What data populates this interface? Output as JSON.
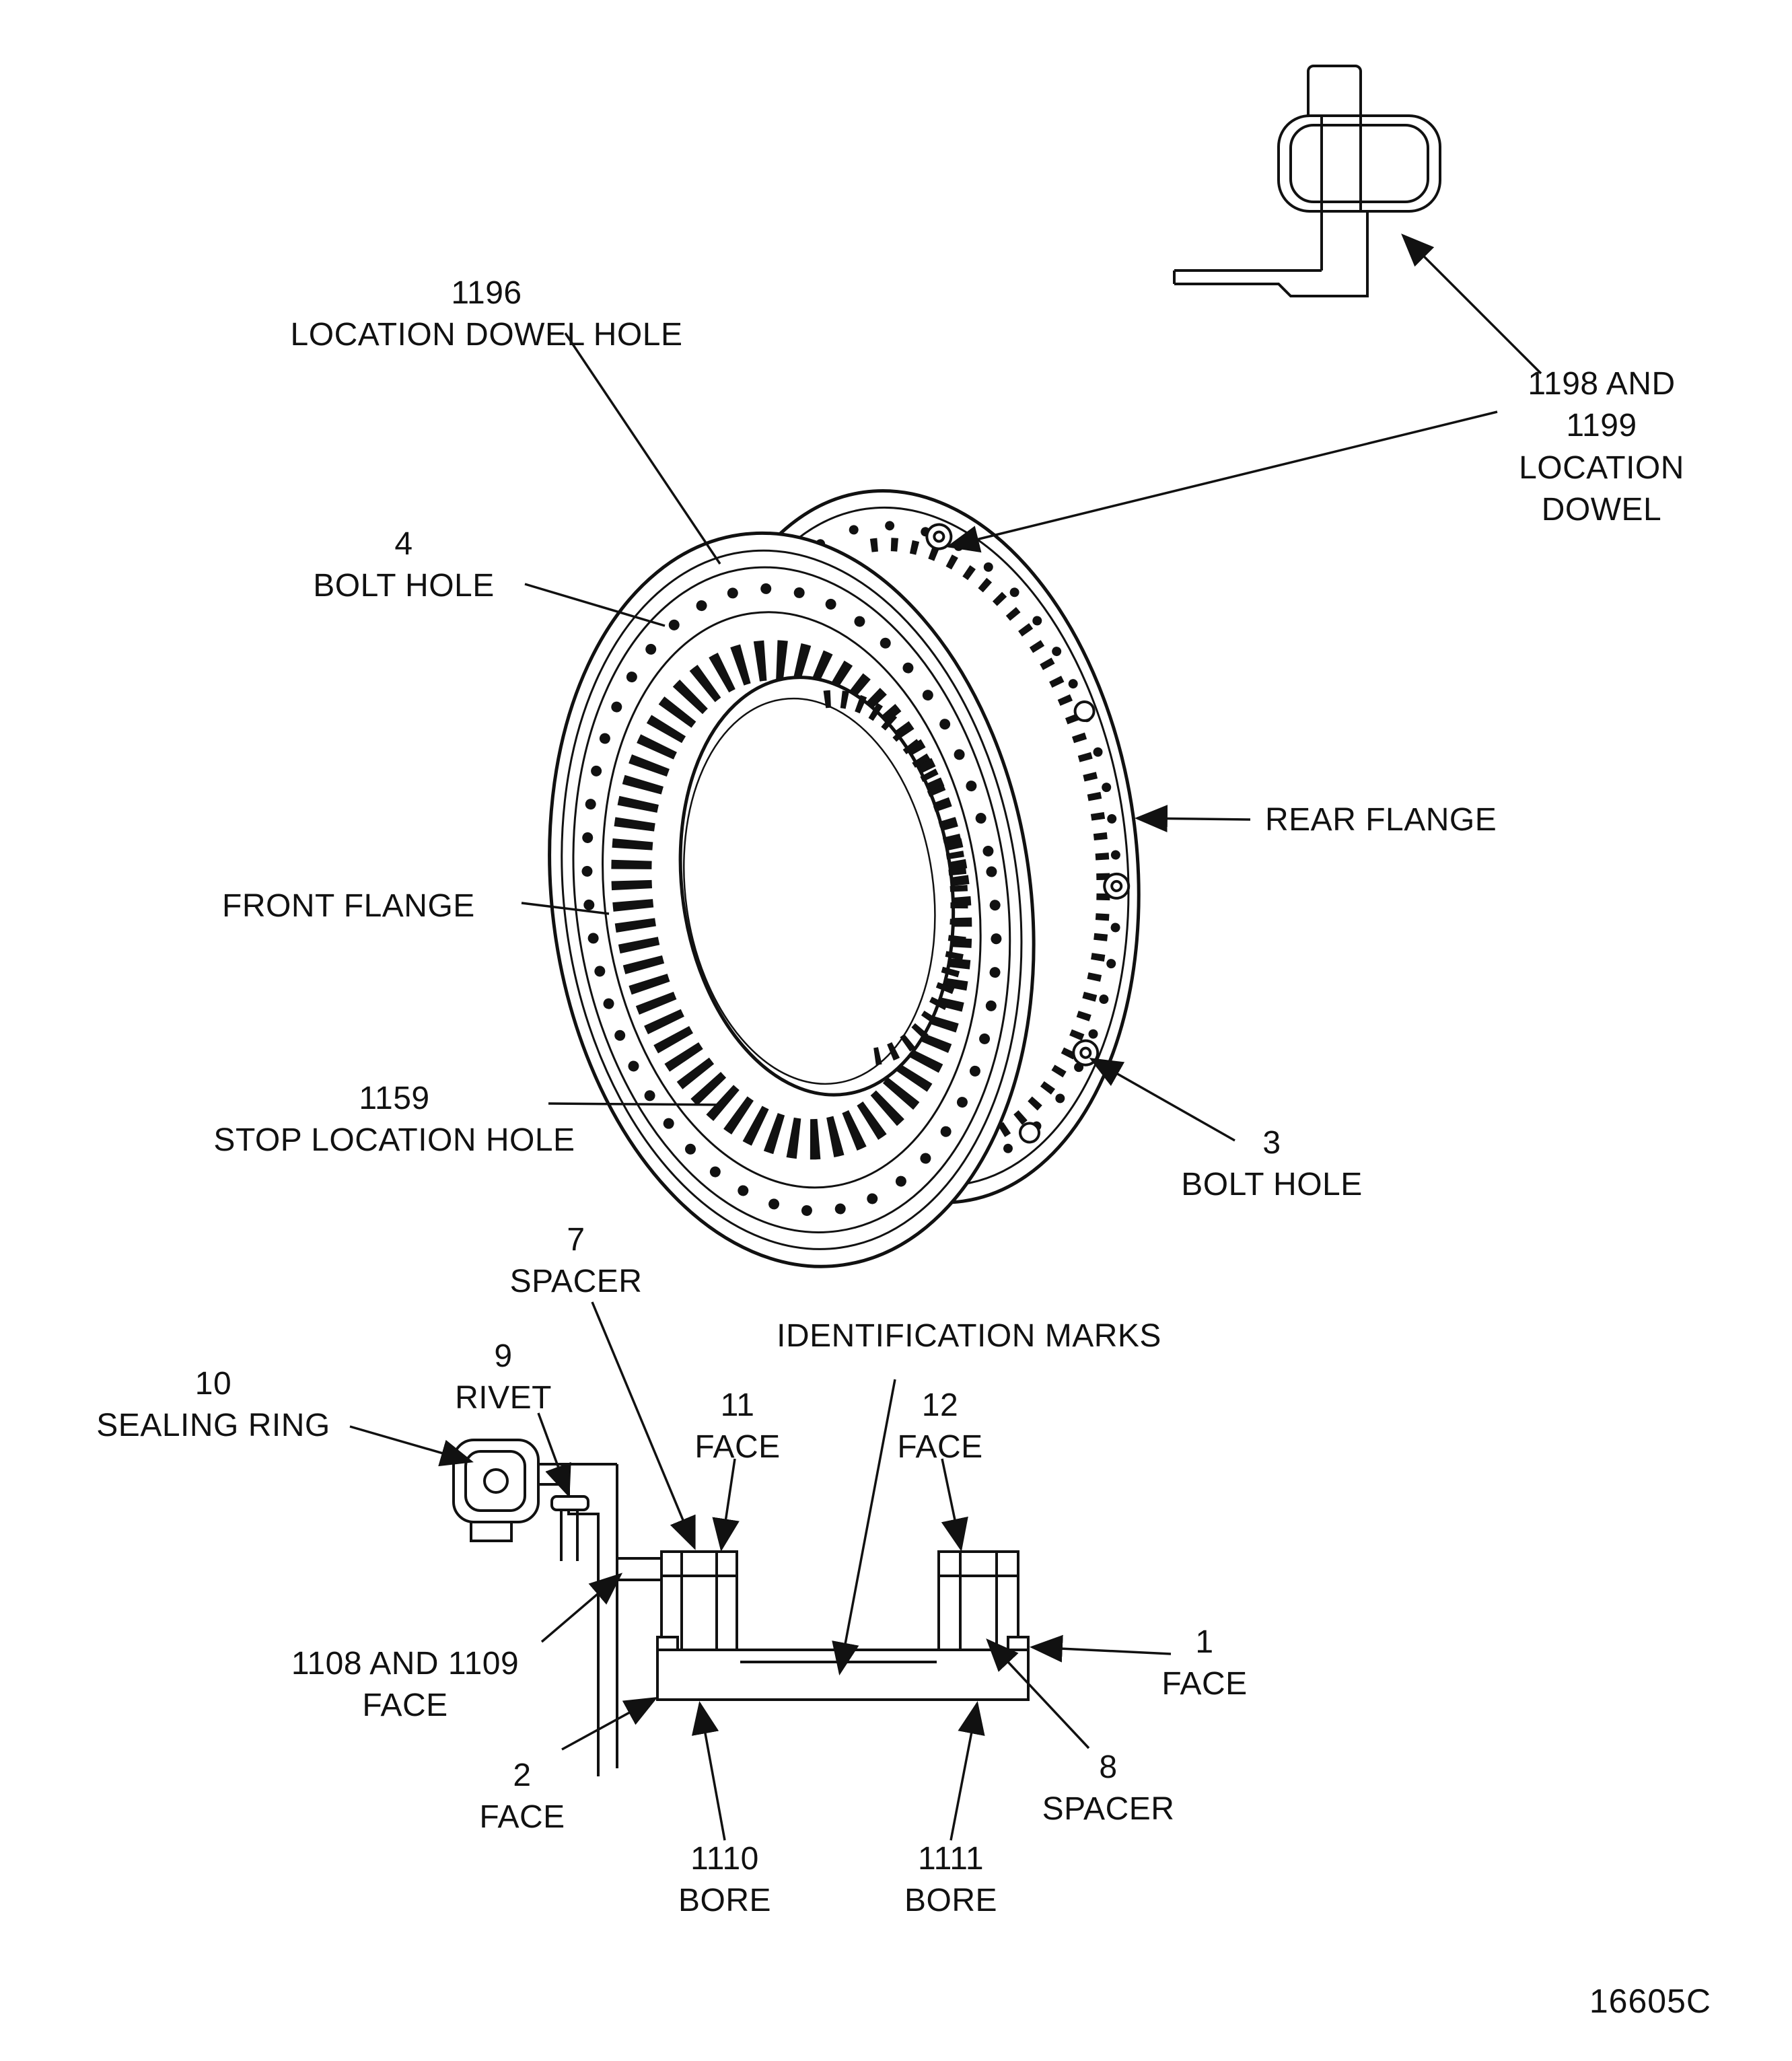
{
  "figure_code": "16605C",
  "colors": {
    "ink": "#111111",
    "background": "#ffffff"
  },
  "labels": {
    "location_dowel_hole": {
      "text": "1196\nLOCATION DOWEL HOLE"
    },
    "location_dowel": {
      "text": "1198 AND 1199\nLOCATION\nDOWEL"
    },
    "bolt_hole_4": {
      "text": "4\nBOLT HOLE"
    },
    "rear_flange": {
      "text": "REAR FLANGE"
    },
    "front_flange": {
      "text": "FRONT FLANGE"
    },
    "stop_location_hole": {
      "text": "1159\nSTOP LOCATION HOLE"
    },
    "bolt_hole_3": {
      "text": "3\nBOLT HOLE"
    },
    "spacer_7": {
      "text": "7\nSPACER"
    },
    "identification_marks": {
      "text": "IDENTIFICATION MARKS"
    },
    "rivet_9": {
      "text": "9\nRIVET"
    },
    "sealing_ring_10": {
      "text": "10\nSEALING RING"
    },
    "face_11": {
      "text": "11\nFACE"
    },
    "face_12": {
      "text": "12\nFACE"
    },
    "face_1108_1109": {
      "text": "1108 AND 1109\nFACE"
    },
    "face_1": {
      "text": "1\nFACE"
    },
    "face_2": {
      "text": "2\nFACE"
    },
    "spacer_8": {
      "text": "8\nSPACER"
    },
    "bore_1110": {
      "text": "1110\nBORE"
    },
    "bore_1111": {
      "text": "1111\nBORE"
    }
  }
}
